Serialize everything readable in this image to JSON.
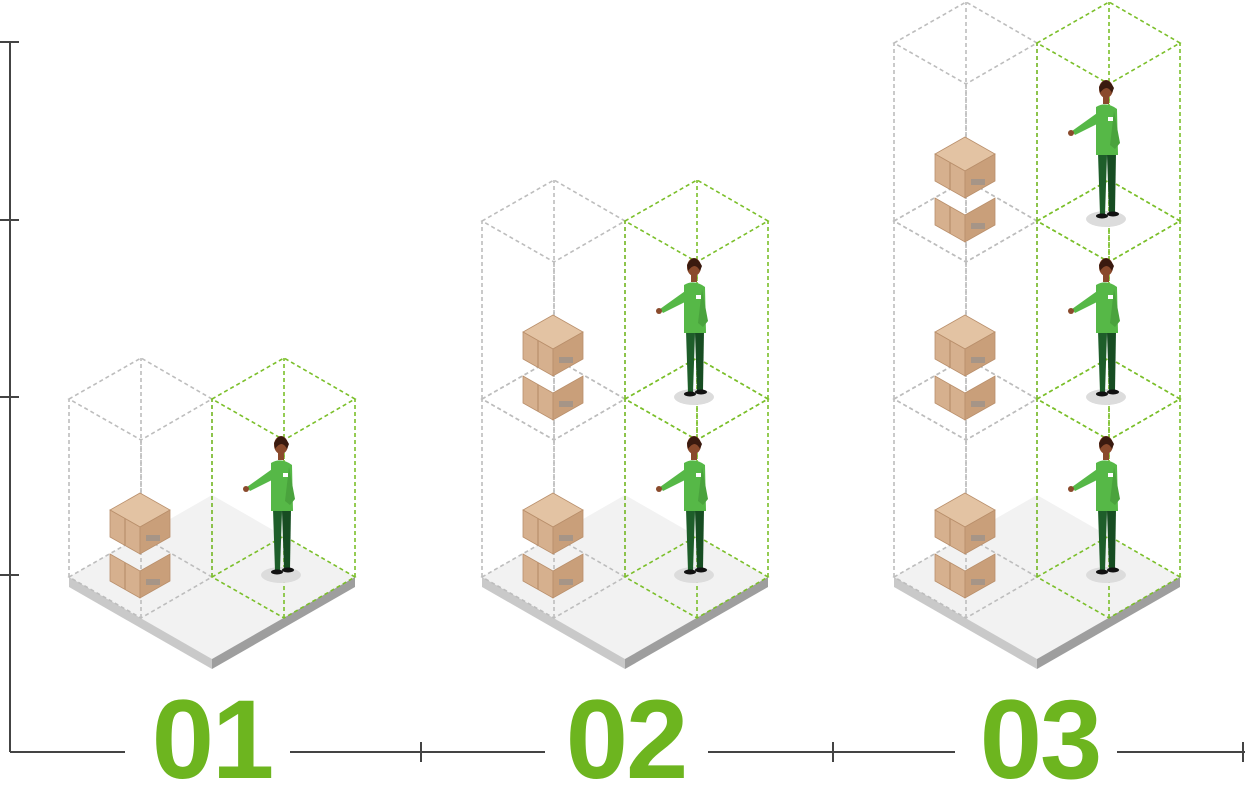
{
  "steps": [
    {
      "label": "01",
      "levels": 1
    },
    {
      "label": "02",
      "levels": 2
    },
    {
      "label": "03",
      "levels": 3
    }
  ],
  "colors": {
    "accent": "#6db51f",
    "axis": "#444444",
    "dash_grey": "#bdbdbd",
    "dash_green": "#7bbf2a",
    "floor_top": "#f2f2f2",
    "floor_left": "#c9c9c9",
    "floor_right": "#9e9e9e",
    "box": "#d6b08e",
    "box_dark": "#b98f6b",
    "shirt": "#56b847",
    "pants": "#1e5e2a",
    "skin": "#8a4a2c",
    "hair": "#3a1a0f"
  },
  "icons": [
    "cardboard-box-icon",
    "warehouse-worker-icon",
    "floor-platform-icon"
  ]
}
